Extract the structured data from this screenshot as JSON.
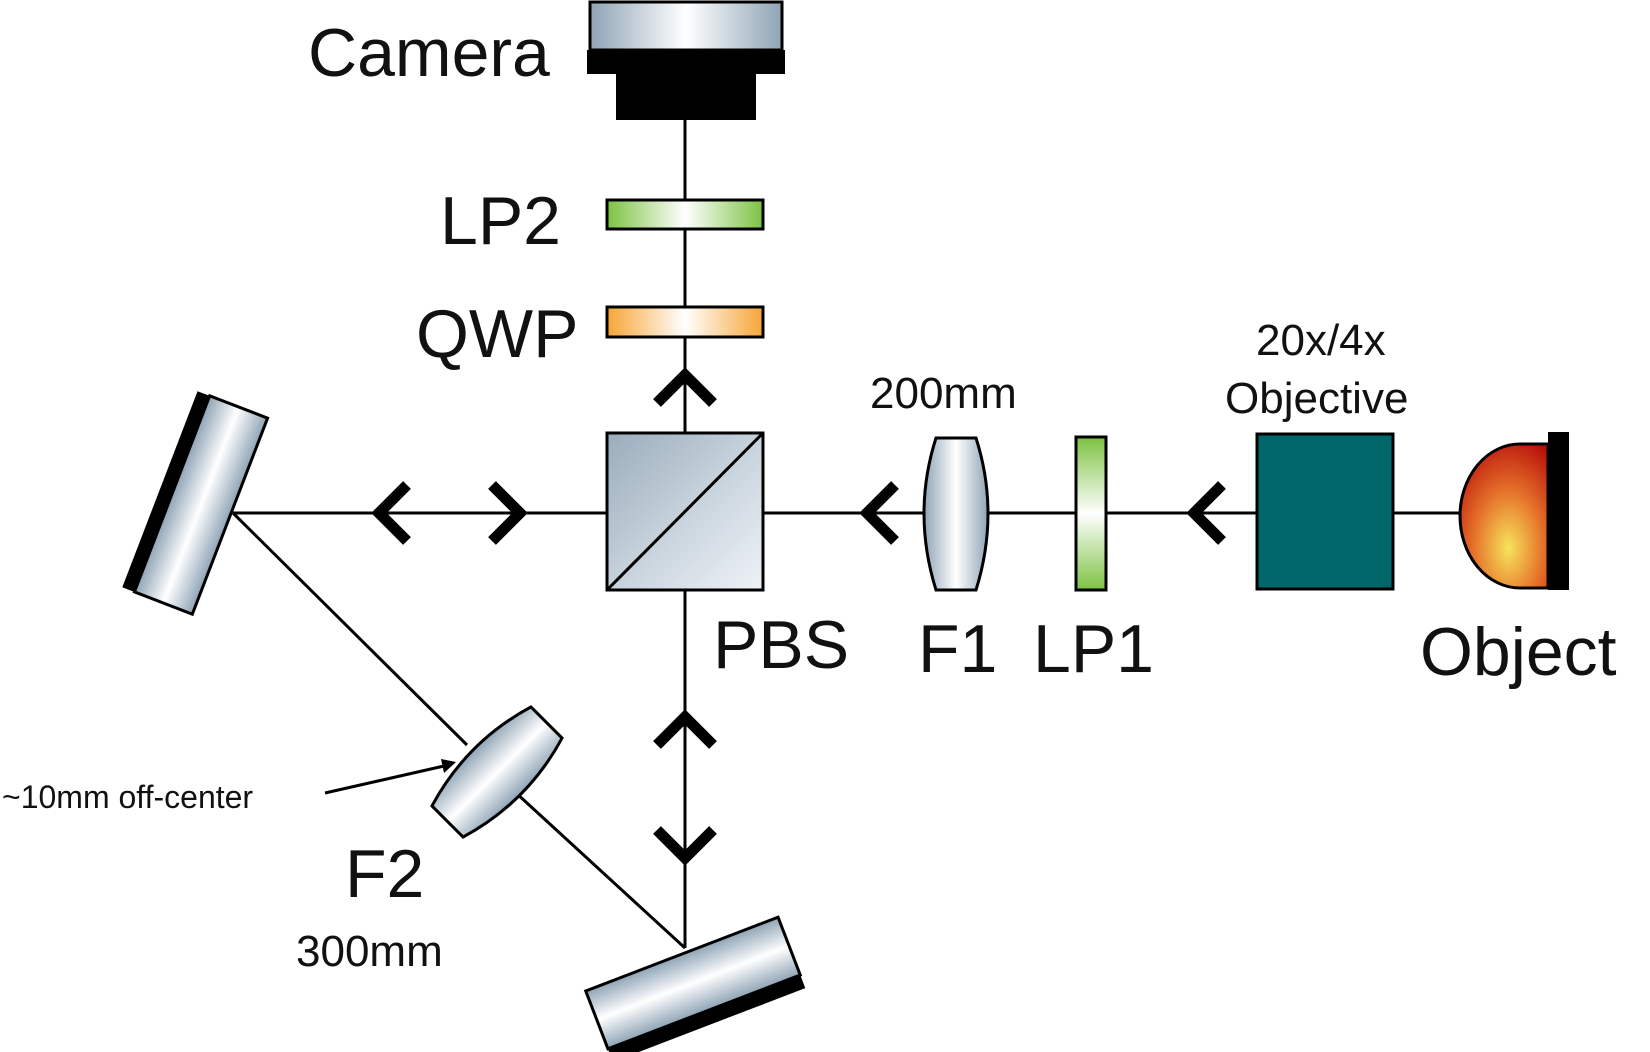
{
  "labels": {
    "camera": "Camera",
    "lp2": "LP2",
    "qwp": "QWP",
    "pbs": "PBS",
    "f1": "F1",
    "f1_focal": "200mm",
    "lp1": "LP1",
    "objective_mag": "20x/4x",
    "objective": "Objective",
    "object": "Object",
    "f2": "F2",
    "f2_focal": "300mm",
    "offcenter_note": "~10mm off-center"
  },
  "colors": {
    "line": "#000000",
    "objective_box": "#00666A",
    "linear_polarizer": "#7DC242",
    "quarter_wave_plate": "#F7A536",
    "optic_glass": "#9FB3C4",
    "object_hot": "#F7E45B",
    "object_cool": "#B80F0A"
  }
}
